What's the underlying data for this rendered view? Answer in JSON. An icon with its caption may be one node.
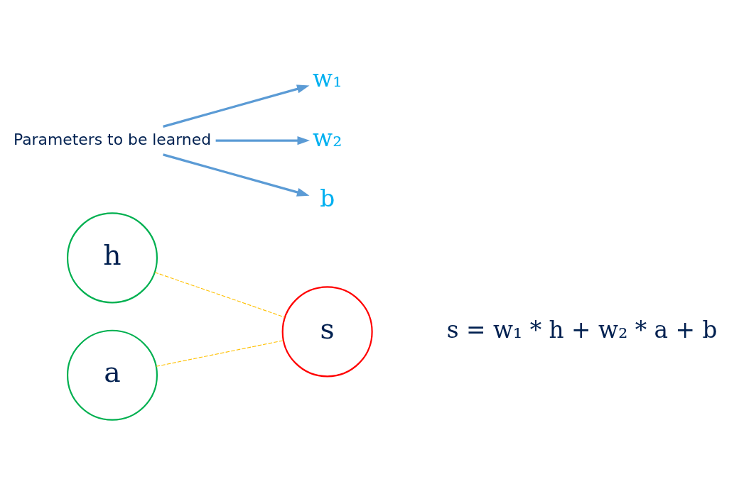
{
  "diagram": {
    "nodes": [
      {
        "text": [
          "h"
        ]
      },
      {
        "text": [
          "a"
        ]
      },
      {
        "text": [
          "s"
        ]
      },
      {
        "text": [
          "Parameters to be learned"
        ]
      },
      {
        "text": [
          "w₁"
        ]
      },
      {
        "text": [
          "w₂"
        ]
      },
      {
        "text": [
          "b"
        ]
      }
    ],
    "edges": [
      {
        "from": 0,
        "to": 2,
        "arrow": "none",
        "style": "dashed",
        "color": "#ffc000"
      },
      {
        "from": 1,
        "to": 2,
        "arrow": "none",
        "style": "dashed",
        "color": "#ffc000"
      },
      {
        "from": 3,
        "to": 4,
        "arrow": "to"
      },
      {
        "from": 3,
        "to": 5,
        "arrow": "to"
      },
      {
        "from": 3,
        "to": 6,
        "arrow": "to"
      }
    ],
    "labels": [
      "s = w₁ * h + w₂ * a + b"
    ]
  }
}
